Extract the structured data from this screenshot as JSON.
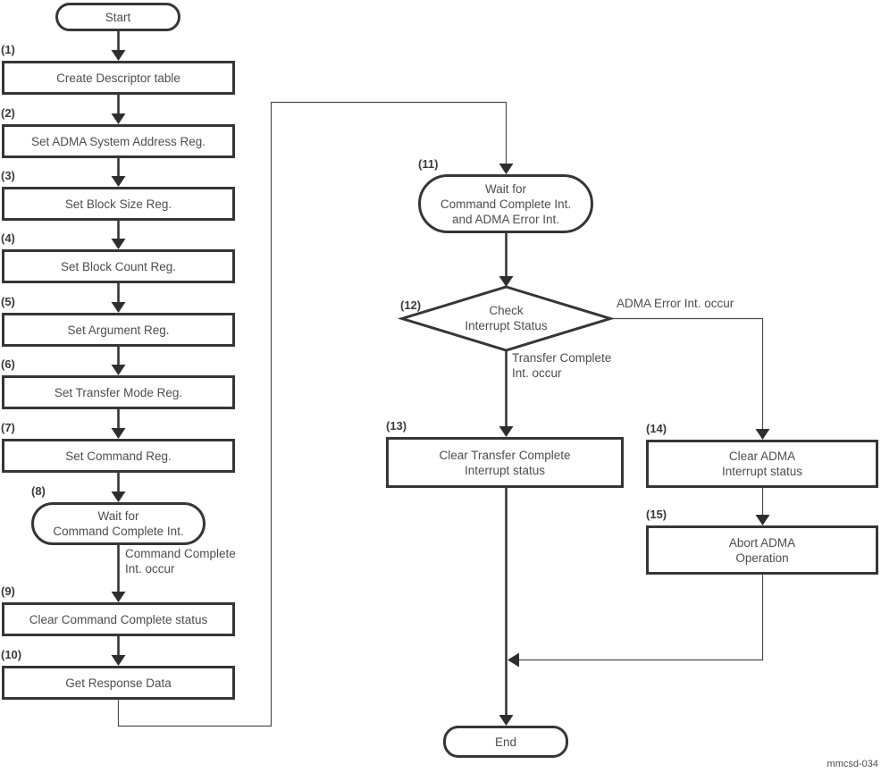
{
  "diagram": {
    "figure_id": "mmcsd-034",
    "nodes": {
      "start": {
        "label": "Start"
      },
      "n1": {
        "num": "(1)",
        "label": "Create Descriptor table"
      },
      "n2": {
        "num": "(2)",
        "label": "Set ADMA System Address Reg."
      },
      "n3": {
        "num": "(3)",
        "label": "Set Block Size Reg."
      },
      "n4": {
        "num": "(4)",
        "label": "Set Block Count Reg."
      },
      "n5": {
        "num": "(5)",
        "label": "Set Argument Reg."
      },
      "n6": {
        "num": "(6)",
        "label": "Set Transfer Mode Reg."
      },
      "n7": {
        "num": "(7)",
        "label": "Set Command Reg."
      },
      "n8": {
        "num": "(8)",
        "line1": "Wait for",
        "line2": "Command Complete Int."
      },
      "n9": {
        "num": "(9)",
        "label": "Clear Command Complete status"
      },
      "n10": {
        "num": "(10)",
        "label": "Get Response Data"
      },
      "n11": {
        "num": "(11)",
        "line1": "Wait for",
        "line2": "Command Complete Int.",
        "line3": "and ADMA Error Int."
      },
      "n12": {
        "num": "(12)",
        "line1": "Check",
        "line2": "Interrupt Status"
      },
      "n13": {
        "num": "(13)",
        "line1": "Clear Transfer Complete",
        "line2": "Interrupt status"
      },
      "n14": {
        "num": "(14)",
        "line1": "Clear ADMA",
        "line2": "Interrupt status"
      },
      "n15": {
        "num": "(15)",
        "line1": "Abort ADMA",
        "line2": "Operation"
      },
      "end": {
        "label": "End"
      }
    },
    "edge_labels": {
      "command_complete": {
        "line1": "Command Complete",
        "line2": "Int. occur"
      },
      "adma_error": "ADMA Error Int. occur",
      "transfer_complete": {
        "line1": "Transfer Complete",
        "line2": "Int. occur"
      }
    },
    "colors": {
      "line": "#363636",
      "thin_line": "#4d4d4d",
      "text": "#4d4d4d",
      "background": "#ffffff"
    }
  }
}
